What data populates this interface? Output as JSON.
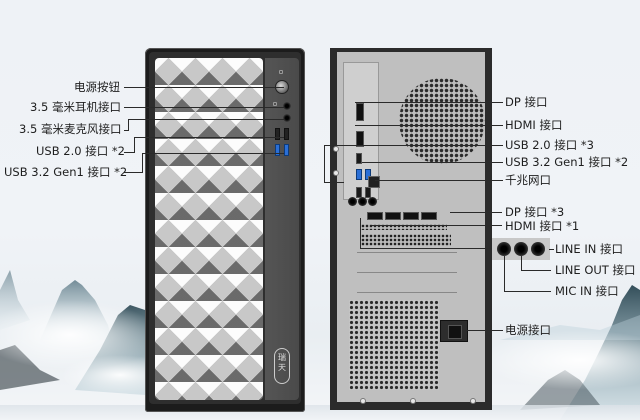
{
  "product_image": {
    "front_view": {
      "callouts": [
        {
          "label": "电源按钮"
        },
        {
          "label": "3.5 毫米耳机接口"
        },
        {
          "label": "3.5 毫米麦克风接口"
        },
        {
          "label": "USB 2.0 接口 *2"
        },
        {
          "label": "USB 3.2 Gen1 接口 *2"
        }
      ],
      "logo_text": "瑞天"
    },
    "rear_view": {
      "callouts": [
        {
          "label": "DP 接口"
        },
        {
          "label": "HDMI 接口"
        },
        {
          "label": "USB 2.0 接口 *3"
        },
        {
          "label": "USB 3.2 Gen1 接口 *2"
        },
        {
          "label": "千兆网口"
        },
        {
          "label": "DP 接口 *3"
        },
        {
          "label": "HDMI 接口 *1"
        },
        {
          "label": "LINE IN 接口"
        },
        {
          "label": "LINE OUT 接口"
        },
        {
          "label": "MIC IN 接口"
        },
        {
          "label": "电源接口"
        }
      ]
    },
    "colors": {
      "usb3_blue": "#2b6fd6",
      "case_dark": "#1c1c1c",
      "panel_gray": "#bfbfbf",
      "background": "#eef2f6"
    }
  }
}
